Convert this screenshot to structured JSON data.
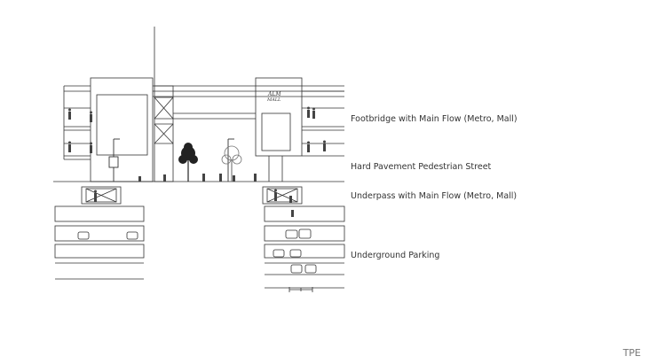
{
  "labels": {
    "footbridge": "Footbridge with Main Flow (Metro, Mall)",
    "street": "Hard Pavement Pedestrian Street",
    "underpass": "Underpass with Main Flow (Metro, Mall)",
    "parking": "Underground Parking"
  },
  "corner_tag": "TPE",
  "colors": {
    "line": "#333333",
    "label_text": "#333333",
    "tag_text": "#777777"
  }
}
